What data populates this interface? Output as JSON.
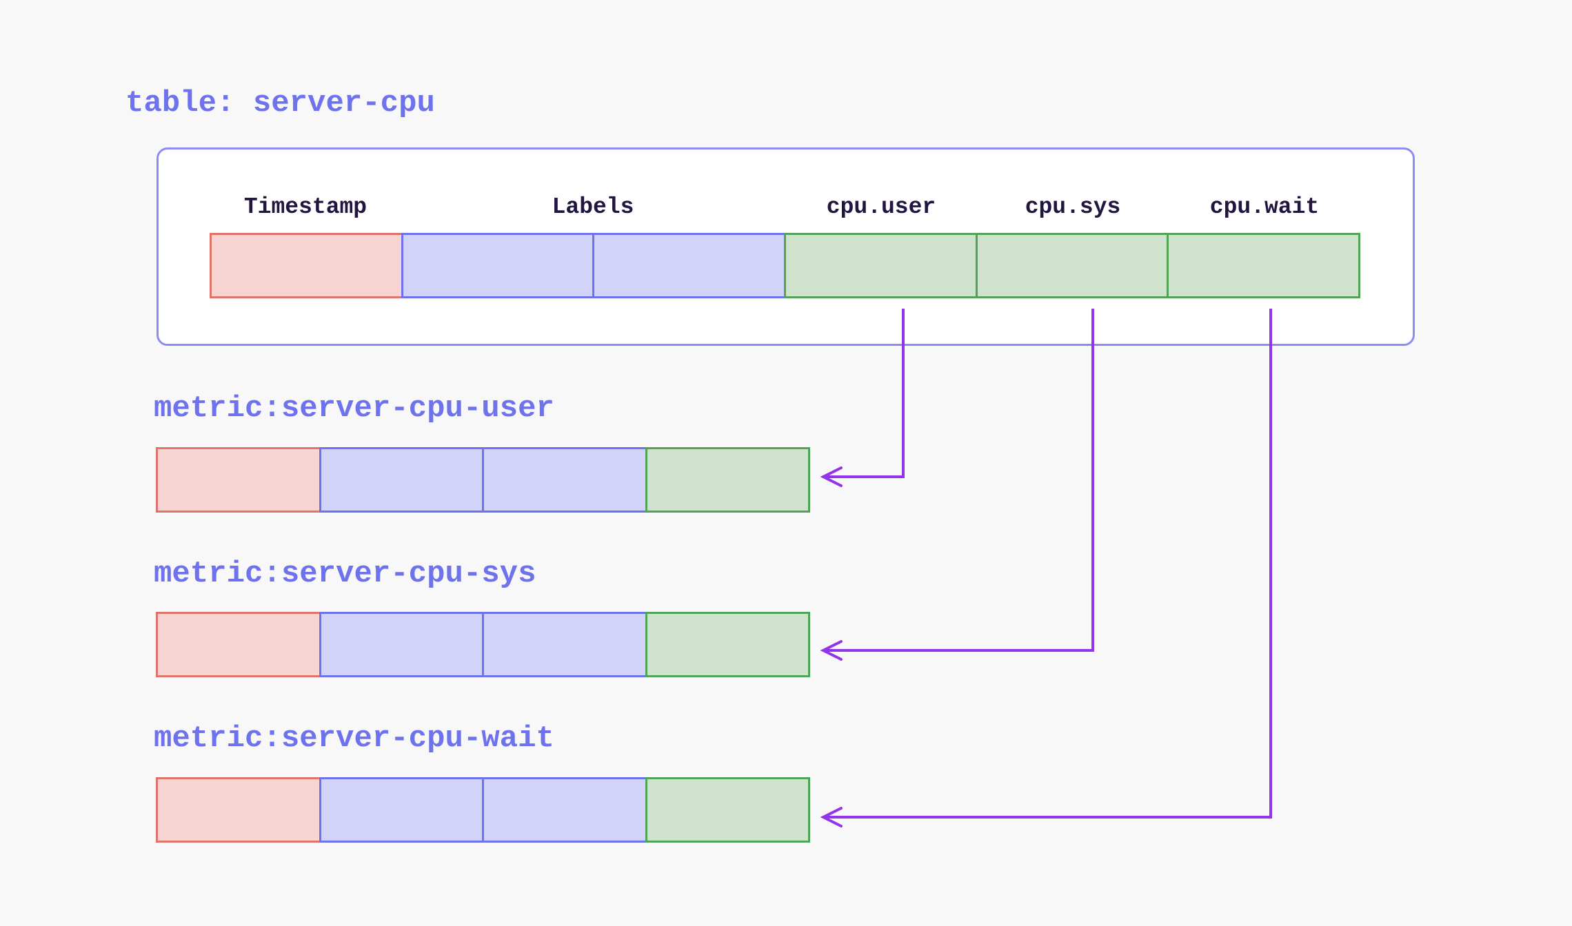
{
  "diagram": {
    "background": "#f8f8f8",
    "table": {
      "title": "table: server-cpu",
      "columns": [
        "Timestamp",
        "Labels",
        "cpu.user",
        "cpu.sys",
        "cpu.wait"
      ],
      "row_cells": [
        {
          "column": "Timestamp",
          "color_key": "timestamp"
        },
        {
          "column": "Labels",
          "color_key": "labels"
        },
        {
          "column": "Labels",
          "color_key": "labels"
        },
        {
          "column": "cpu.user",
          "color_key": "value"
        },
        {
          "column": "cpu.sys",
          "color_key": "value"
        },
        {
          "column": "cpu.wait",
          "color_key": "value"
        }
      ]
    },
    "metrics": [
      {
        "label": "metric:server-cpu-user",
        "source_column": "cpu.user",
        "row_cells": [
          "timestamp",
          "labels",
          "labels",
          "value"
        ]
      },
      {
        "label": "metric:server-cpu-sys",
        "source_column": "cpu.sys",
        "row_cells": [
          "timestamp",
          "labels",
          "labels",
          "value"
        ]
      },
      {
        "label": "metric:server-cpu-wait",
        "source_column": "cpu.wait",
        "row_cells": [
          "timestamp",
          "labels",
          "labels",
          "value"
        ]
      }
    ],
    "colors": {
      "accent_text": "#6e72ec",
      "header_text": "#221540",
      "card_background": "#ffffff",
      "card_border": "#8c8df2",
      "timestamp_fill": "#f6d4d1",
      "timestamp_border": "#e0746b",
      "labels_fill": "#d2d3f9",
      "labels_border": "#6f72ee",
      "value_fill": "#cfe3cc",
      "value_border": "#53a356",
      "arrow": "#9333ea"
    }
  }
}
